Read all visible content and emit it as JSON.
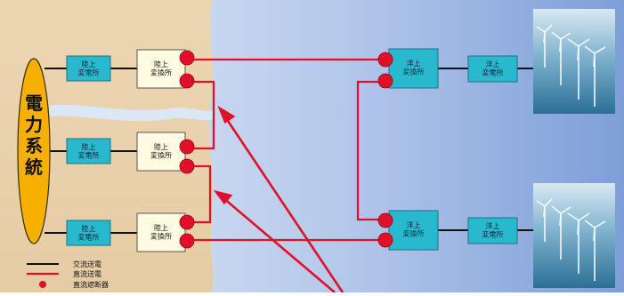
{
  "grid": {
    "label": "電力系統"
  },
  "onshore_substation": "陸上\n変電所",
  "onshore_converter": "陸上\n変換所",
  "offshore_converter": "洋上\n変換所",
  "offshore_substation": "洋上\n変電所",
  "legend": [
    {
      "label": "交流送電"
    },
    {
      "label": "直流送電"
    },
    {
      "label": "直流遮断器"
    }
  ],
  "colors": {
    "ac_line": "#111111",
    "dc_line": "#e0102a",
    "breaker": "#e0102a",
    "onshore_box": "#29b9cf",
    "offshore_box": "#29b9cf",
    "converter_box": "#fffbe0",
    "grid_fill": "#f6b000"
  }
}
